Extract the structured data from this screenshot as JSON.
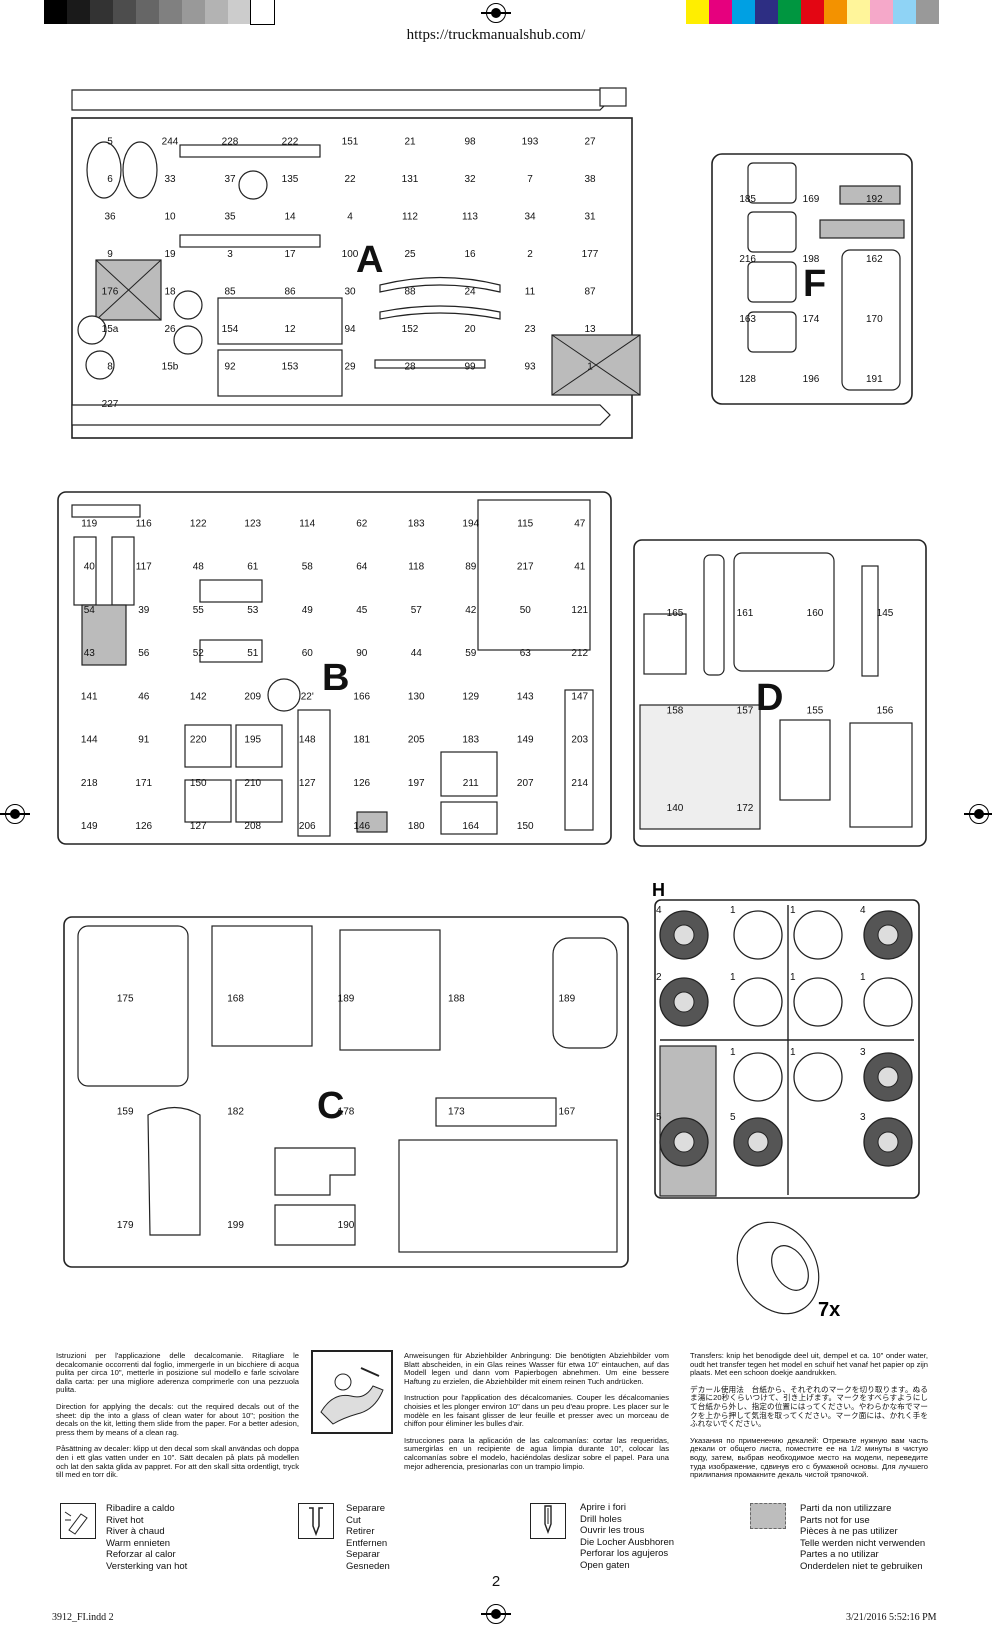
{
  "header": {
    "url": "https://truckmanualshub.com/"
  },
  "colors": {
    "grays": [
      "#000000",
      "#1a1a1a",
      "#333333",
      "#4d4d4d",
      "#666666",
      "#808080",
      "#999999",
      "#b3b3b3",
      "#cccccc",
      "#ffffff"
    ],
    "process": [
      "#ffee00",
      "#e6007e",
      "#00a0e3",
      "#2d2e83",
      "#009640",
      "#e30613",
      "#f39200",
      "#fff59a",
      "#f5a8c9",
      "#8fd3f5",
      "#999999"
    ]
  },
  "sprues": {
    "A": {
      "letter": "A",
      "labels": [
        "5",
        "244",
        "228",
        "222",
        "151",
        "21",
        "98",
        "193",
        "27",
        "6",
        "33",
        "37",
        "135",
        "22",
        "131",
        "32",
        "7",
        "38",
        "36",
        "10",
        "35",
        "14",
        "4",
        "112",
        "113",
        "34",
        "31",
        "9",
        "19",
        "3",
        "17",
        "100",
        "25",
        "16",
        "2",
        "177",
        "176",
        "18",
        "85",
        "86",
        "30",
        "88",
        "24",
        "11",
        "87",
        "15a",
        "26",
        "154",
        "12",
        "94",
        "152",
        "20",
        "23",
        "13",
        "8",
        "15b",
        "92",
        "153",
        "29",
        "28",
        "99",
        "93",
        "1",
        "227"
      ]
    },
    "F": {
      "letter": "F",
      "labels": [
        "185",
        "169",
        "192",
        "216",
        "198",
        "162",
        "163",
        "174",
        "170",
        "128",
        "196",
        "191"
      ]
    },
    "B": {
      "letter": "B",
      "labels": [
        "119",
        "116",
        "122",
        "123",
        "114",
        "62",
        "183",
        "194",
        "115",
        "47",
        "40",
        "117",
        "48",
        "61",
        "58",
        "64",
        "118",
        "89",
        "217",
        "41",
        "54",
        "39",
        "55",
        "53",
        "49",
        "45",
        "57",
        "42",
        "50",
        "121",
        "43",
        "56",
        "52",
        "51",
        "60",
        "90",
        "44",
        "59",
        "63",
        "212",
        "141",
        "46",
        "142",
        "209",
        "22'",
        "166",
        "130",
        "129",
        "143",
        "147",
        "144",
        "91",
        "220",
        "195",
        "148",
        "181",
        "205",
        "183",
        "149",
        "203",
        "218",
        "171",
        "150",
        "210",
        "127",
        "126",
        "197",
        "211",
        "207",
        "214",
        "149",
        "126",
        "127",
        "208",
        "206",
        "146",
        "180",
        "164",
        "150"
      ]
    },
    "D": {
      "letter": "D",
      "labels": [
        "165",
        "161",
        "160",
        "145",
        "158",
        "157",
        "155",
        "156",
        "140",
        "172"
      ]
    },
    "C": {
      "letter": "C",
      "labels": [
        "175",
        "168",
        "189",
        "188",
        "189",
        "159",
        "182",
        "178",
        "173",
        "167",
        "179",
        "199",
        "190"
      ]
    },
    "H": {
      "letter": "H",
      "labels": [
        "4",
        "1",
        "1",
        "4",
        "2",
        "1",
        "1",
        "1",
        "1",
        "1",
        "3",
        "5",
        "5",
        "3"
      ],
      "tire_count": "7x"
    }
  },
  "instructions": {
    "it": "Istruzioni per l'applicazione delle decalcomanie. Ritagliare le decalcomanie occorrenti dal foglio, immergerle in un bicchiere di acqua pulita per circa 10\", metterle in posizione sul modello e farle scivolare dalla carta: per una migliore aderenza comprimerle con una pezzuola pulita.",
    "en": "Direction for applying the decals: cut the required decals out of the sheet: dip the into a glass of clean water for about 10\"; position the decals on the kit, letting them slide from the paper. For a better adesion, press them by means of a clean rag.",
    "sv": "Påsättning av decaler: klipp ut den decal som skall användas och doppa den i ett glas vatten under en 10\". Sätt decalen på plats på modellen och lat den sakta glida av pappret. For att den skall sitta ordentligt, tryck till med en torr dik.",
    "de": "Anweisungen für Abziehbilder Anbringung: Die benötigten Abziehbilder vom Blatt abscheiden, in ein Glas reines Wasser für etwa 10\" eintauchen, auf das Modell legen und dann vom Papierbogen abnehmen. Um eine bessere Haftung zu erzielen, die Abziehbilder mit einem reinen Tuch andrücken.",
    "fr": "Instruction pour l'application des décalcomanies. Couper les décalcomanies choisies et les plonger environ 10\" dans un peu d'eau propre. Les placer sur le modèle en les faisant glisser de leur feuille et presser avec un morceau de chiffon pour éliminer les bulles d'air.",
    "es": "Istrucciones para la aplicación de las calcomanías: cortar las requeridas, sumergirlas en un recipiente de agua limpia durante 10\", colocar las calcomanías sobre el modelo, haciéndolas deslizar sobre el papel. Para una mejor adherencia, presionarlas con un trampio limpio.",
    "nl": "Transfers: knip het benodigde deel uit, dempel et ca. 10\" onder water, oudt het transfer tegen het model en schuif het vanaf het papier op zijn plaats. Met een schoon doekje aandrukken.",
    "ja": "デカール使用法　台紙から、それぞれのマークを切り取ります。ぬるま湯に20秒くらいつけて、引き上げます。マークをすべらすようにして台紙から外し、指定の位置にはってください。やわらかな布でマークを上から押して気泡を取ってください。マーク面には、かれく手をふれないでください。",
    "ru": "Указания по применению декалей: Отрежьте нужную вам часть декали от общего листа, поместите ее на 1/2 минуты в чистую воду, затем, выбрав необходимое место на модели, переведите туда изображение, сдвинув его с бумажной основы. Для лучшего прилипания промакните декаль чистой тряпочкой."
  },
  "legend": [
    {
      "icon": "rivet-hot-icon",
      "lines": [
        "Ribadire a caldo",
        "Rivet hot",
        "River à chaud",
        "Warm ennieten",
        "Reforzar al calor",
        "Versterking van hot"
      ]
    },
    {
      "icon": "cut-icon",
      "lines": [
        "Separare",
        "Cut",
        "Retirer",
        "Entfernen",
        "Separar",
        "Gesneden"
      ]
    },
    {
      "icon": "drill-holes-icon",
      "lines": [
        "Aprire i fori",
        "Drill holes",
        "Ouvrir les trous",
        "Die Locher Ausbhoren",
        "Perforar los agujeros",
        "Open gaten"
      ]
    },
    {
      "icon": "unused-parts-swatch",
      "lines": [
        "Parti da non utilizzare",
        "Parts not for use",
        "Pièces à ne pas utilizer",
        "Telle werden nicht verwenden",
        "Partes a no utilizar",
        "Onderdelen niet te gebruiken"
      ]
    }
  ],
  "page_number": "2",
  "footer": {
    "file": "3912_FI.indd   2",
    "timestamp": "3/21/2016   5:52:16 PM"
  }
}
